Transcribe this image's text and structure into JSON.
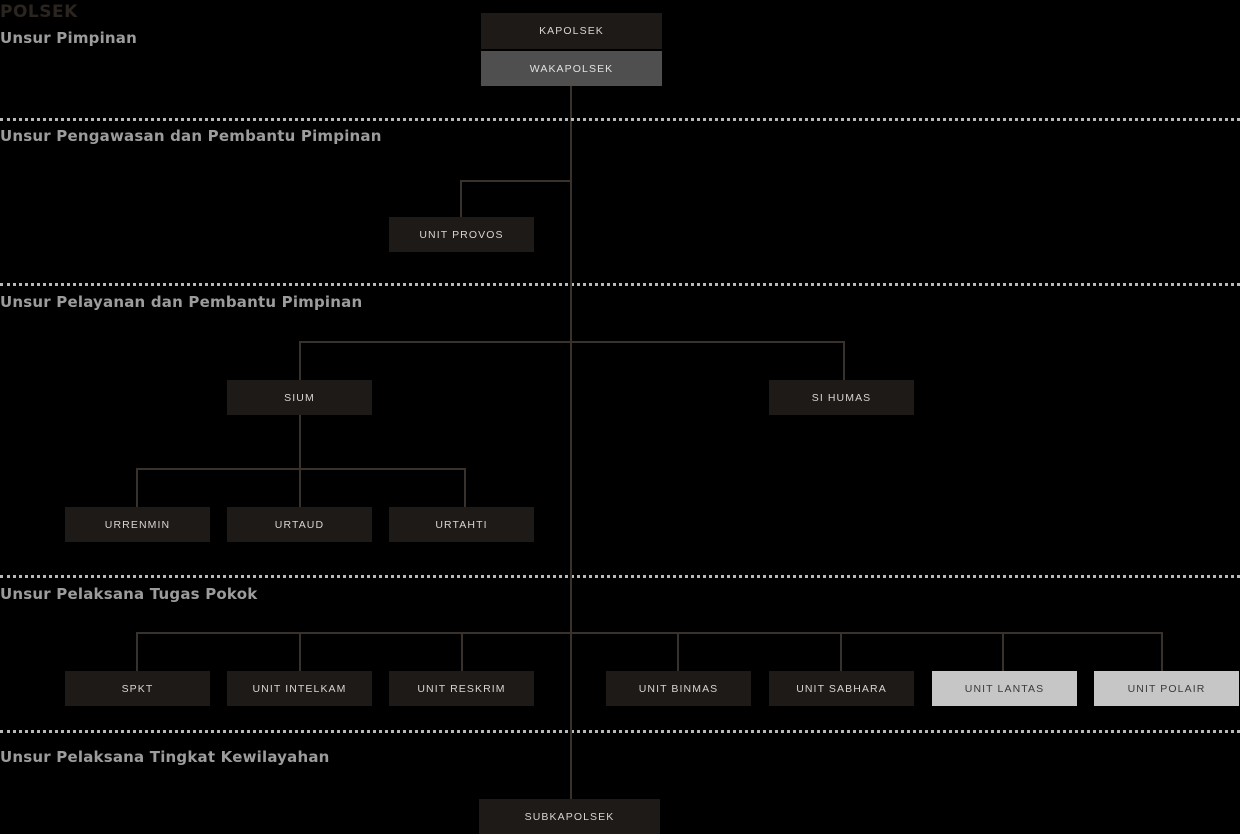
{
  "chart_data": {
    "type": "diagram",
    "title": "POLSEK",
    "diagram_kind": "organizational-chart",
    "background_color": "#000000",
    "palette": {
      "box_dark": "#1d1a17",
      "box_gray": "#4f4f4f",
      "box_light": "#c6c6c6",
      "line": "#39322c",
      "divider": "#b9b9b9",
      "section_label": "#9c9c9c",
      "title": "#2b2520",
      "text_on_dark": "#d9d5d1",
      "text_on_light": "#3a3a3a"
    },
    "sections": [
      {
        "label": "Unsur Pimpinan",
        "nodes": [
          "KAPOLSEK",
          "WAKAPOLSEK"
        ]
      },
      {
        "label": "Unsur Pengawasan dan Pembantu Pimpinan",
        "nodes": [
          "UNIT PROVOS"
        ]
      },
      {
        "label": "Unsur Pelayanan dan Pembantu Pimpinan",
        "nodes": [
          "SIUM",
          "SI HUMAS",
          "URRENMIN",
          "URTAUD",
          "URTAHTI"
        ]
      },
      {
        "label": "Unsur Pelaksana Tugas Pokok",
        "nodes": [
          "SPKT",
          "UNIT INTELKAM",
          "UNIT RESKRIM",
          "UNIT BINMAS",
          "UNIT SABHARA",
          "UNIT LANTAS",
          "UNIT POLAIR"
        ]
      },
      {
        "label": "Unsur Pelaksana Tingkat Kewilayahan",
        "nodes": [
          "SUBKAPOLSEK"
        ]
      }
    ]
  },
  "title": "POLSEK",
  "sections": {
    "pimpinan": "Unsur Pimpinan",
    "pengawasan": "Unsur Pengawasan dan Pembantu Pimpinan",
    "pelayanan": "Unsur Pelayanan dan Pembantu Pimpinan",
    "pelaksana": "Unsur Pelaksana Tugas Pokok",
    "kewilayahan": "Unsur Pelaksana Tingkat Kewilayahan"
  },
  "nodes": {
    "kapolsek": "KAPOLSEK",
    "wakapolsek": "WAKAPOLSEK",
    "unit_provos": "UNIT PROVOS",
    "sium": "SIUM",
    "si_humas": "SI HUMAS",
    "urrenmin": "URRENMIN",
    "urtaud": "URTAUD",
    "urtahti": "URTAHTI",
    "spkt": "SPKT",
    "unit_intelkam": "UNIT INTELKAM",
    "unit_reskrim": "UNIT RESKRIM",
    "unit_binmas": "UNIT BINMAS",
    "unit_sabhara": "UNIT SABHARA",
    "unit_lantas": "UNIT LANTAS",
    "unit_polair": "UNIT POLAIR",
    "subkapolsek": "SUBKAPOLSEK"
  }
}
